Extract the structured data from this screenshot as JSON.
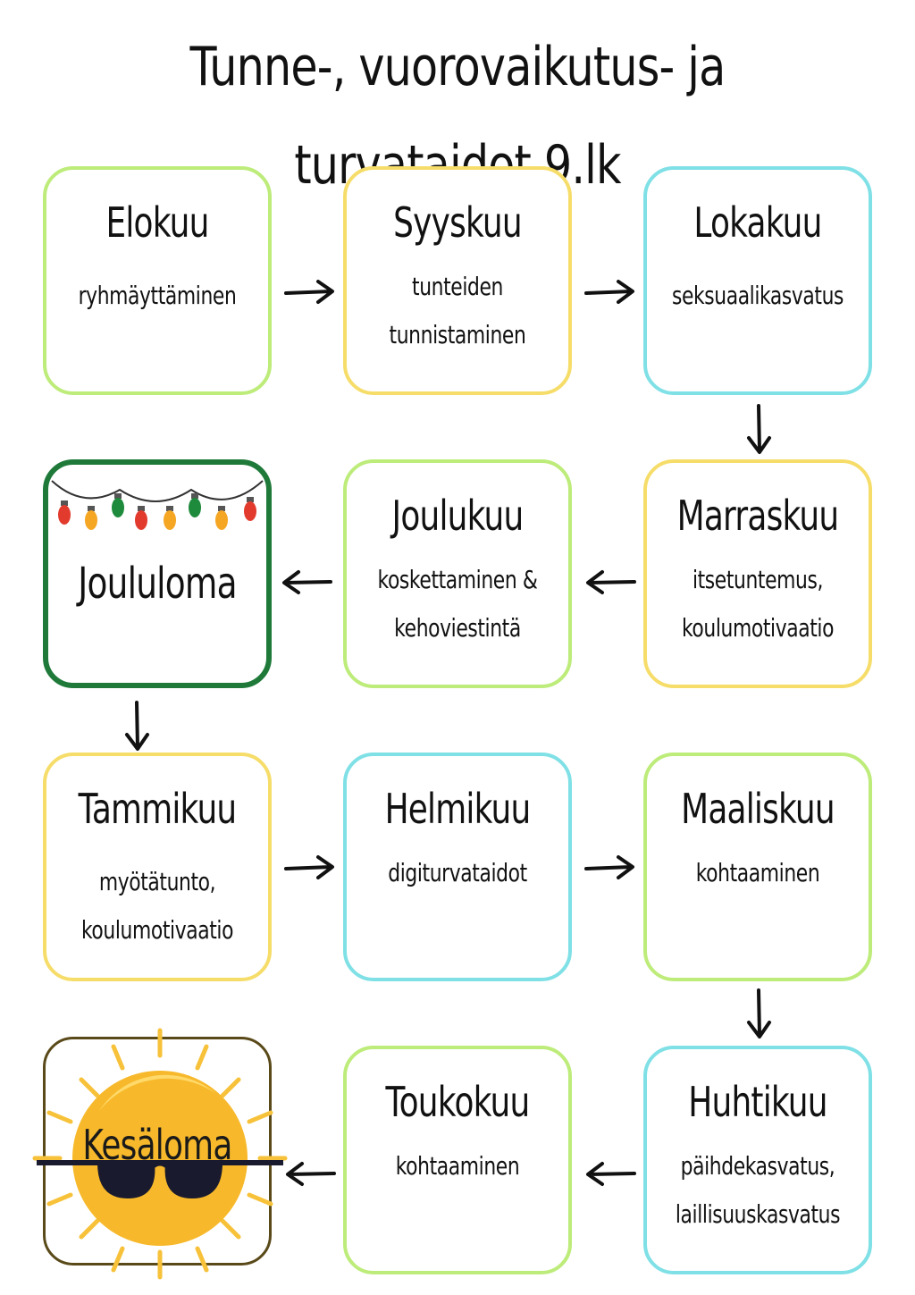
{
  "title": "Tunne-, vuorovaikutus- ja turvataidot 9.lk",
  "months": {
    "elokuu": {
      "name": "Elokuu",
      "topic": "ryhmäyttäminen"
    },
    "syyskuu": {
      "name": "Syyskuu",
      "topic": "tunteiden\ntunnistaminen"
    },
    "lokakuu": {
      "name": "Lokakuu",
      "topic": "seksuaalikasvatus"
    },
    "marraskuu": {
      "name": "Marraskuu",
      "topic": "itsetuntemus,\nkoulumotivaatio"
    },
    "joulukuu": {
      "name": "Joulukuu",
      "topic": "koskettaminen &\nkehoviestintä"
    },
    "tammikuu": {
      "name": "Tammikuu",
      "topic": "myötätunto,\nkoulumotivaatio"
    },
    "helmikuu": {
      "name": "Helmikuu",
      "topic": "digiturvataidot"
    },
    "maaliskuu": {
      "name": "Maaliskuu",
      "topic": "kohtaaminen"
    },
    "huhtikuu": {
      "name": "Huhtikuu",
      "topic": "päihdekasvatus,\nlaillisuuskasvatus"
    },
    "toukokuu": {
      "name": "Toukokuu",
      "topic": "kohtaaminen"
    }
  },
  "holidays": {
    "christmas": "Joululoma",
    "summer": "Kesäloma"
  },
  "colors": {
    "green": "#bdec7a",
    "yellow": "#f6dd6a",
    "cyan": "#7fe0e6",
    "dark_green": "#1f7a3a",
    "sun": "#f7b92b"
  },
  "icons": [
    "arrow-right-icon",
    "arrow-down-icon",
    "arrow-left-icon",
    "christmas-lights-icon",
    "sun-sunglasses-icon"
  ]
}
